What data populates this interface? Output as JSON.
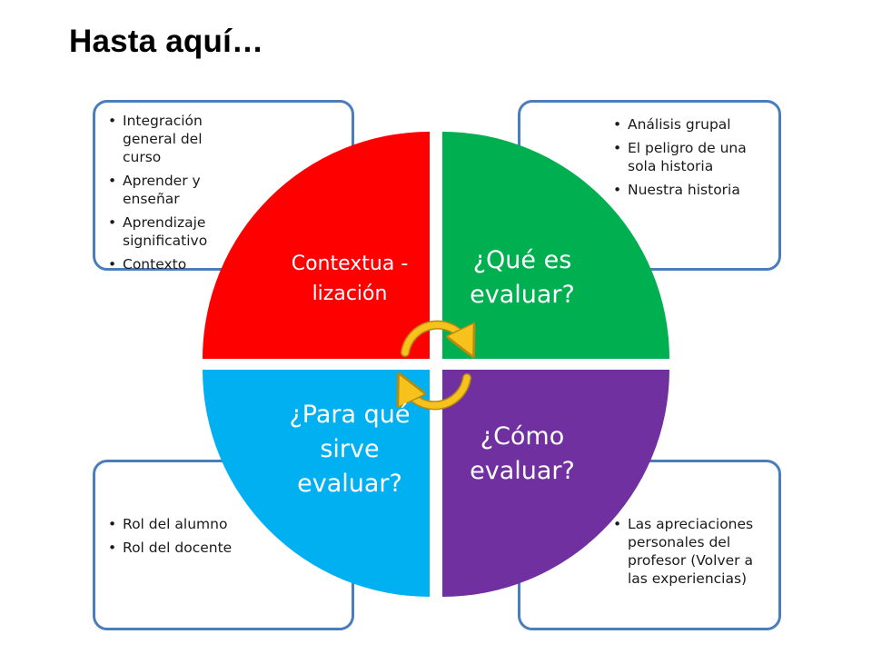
{
  "title": "Hasta aquí…",
  "colors": {
    "red": "#ff0000",
    "green": "#00b050",
    "blue": "#00b0f0",
    "purple": "#7030a0",
    "box_border": "#4a7ebb",
    "arrow": "#f6c21b",
    "arrow_border": "#b38b0f"
  },
  "quadrants": {
    "top_left": "Contextua -lización",
    "top_right": "¿Qué es evaluar?",
    "bottom_left": "¿Para qué sirve evaluar?",
    "bottom_right": "¿Cómo evaluar?"
  },
  "boxes": {
    "top_left": [
      "Integración general del curso",
      "Aprender y enseñar",
      "Aprendizaje significativo",
      "Contexto"
    ],
    "top_right": [
      "Análisis grupal",
      "El peligro de una sola historia",
      "Nuestra historia"
    ],
    "bottom_left": [
      "Rol del alumno",
      "Rol del docente"
    ],
    "bottom_right": [
      "Las apreciaciones personales del profesor (Volver a las experiencias)"
    ]
  },
  "icons": {
    "cycle": "circular-arrows-icon"
  }
}
